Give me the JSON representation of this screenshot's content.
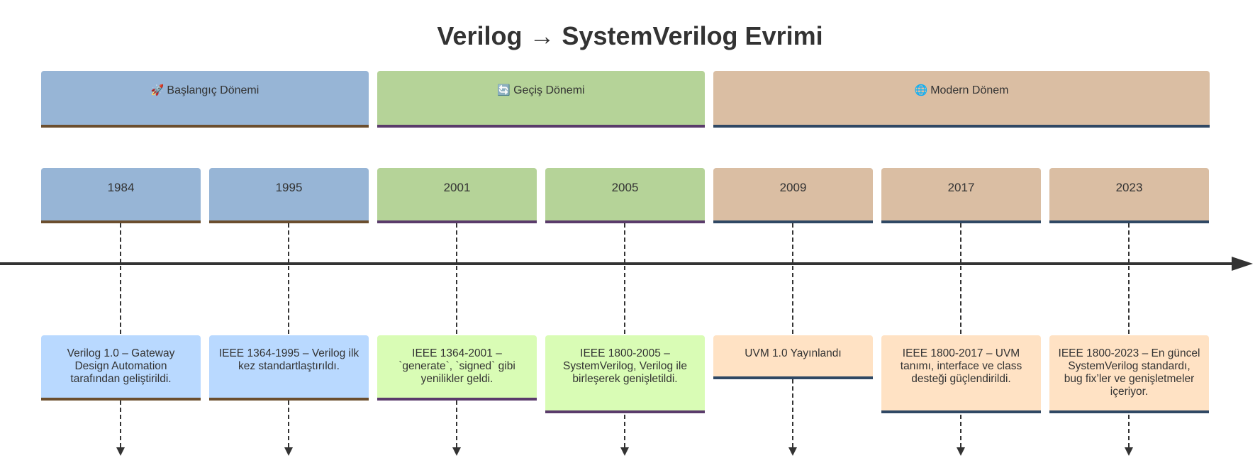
{
  "title": "Verilog → SystemVerilog Evrimi",
  "periods": [
    {
      "icon": "rocket-icon",
      "glyph": "🚀",
      "label": "Başlangıç Dönemi",
      "color": "#97b5d6"
    },
    {
      "icon": "cycle-icon",
      "glyph": "🔄",
      "label": "Geçiş Dönemi",
      "color": "#b5d398"
    },
    {
      "icon": "globe-icon",
      "glyph": "🌐",
      "label": "Modern Dönem",
      "color": "#dabea3"
    }
  ],
  "milestones": [
    {
      "year": "1984",
      "event": "Verilog 1.0 – Gateway Design Automation tarafından geliştirildi."
    },
    {
      "year": "1995",
      "event": "IEEE 1364-1995 – Verilog ilk kez standartlaştırıldı."
    },
    {
      "year": "2001",
      "event": "IEEE 1364-2001 – `generate`, `signed` gibi yenilikler geldi."
    },
    {
      "year": "2005",
      "event": "IEEE 1800-2005 – SystemVerilog, Verilog ile birleşerek genişletildi."
    },
    {
      "year": "2009",
      "event": "UVM 1.0 Yayınlandı"
    },
    {
      "year": "2017",
      "event": "IEEE 1800-2017 – UVM tanımı, interface ve class desteği güçlendirildi."
    },
    {
      "year": "2023",
      "event": "IEEE 1800-2023 – En güncel SystemVerilog standardı, bug fix’ler ve genişletmeler içeriyor."
    }
  ]
}
